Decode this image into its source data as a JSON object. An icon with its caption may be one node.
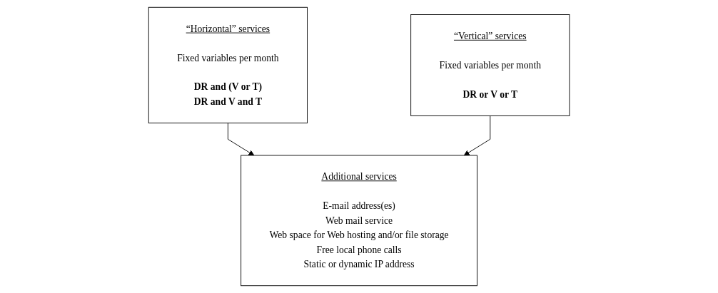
{
  "diagram": {
    "nodes": [
      {
        "text": [
          "“Horizontal” services",
          "Fixed variables per month",
          "DR and (V or T)",
          "DR and V and T"
        ]
      },
      {
        "text": [
          "“Vertical” services",
          "Fixed variables per month",
          "DR or V or T"
        ]
      },
      {
        "text": [
          "Additional services",
          "E-mail address(es)",
          "Web mail service",
          "Web space for Web hosting and/or file storage",
          "Free local phone calls",
          "Static or dynamic IP address"
        ]
      }
    ],
    "edges": [
      {
        "from": 0,
        "to": 2,
        "arrow": "to"
      },
      {
        "from": 1,
        "to": 2,
        "arrow": "to"
      }
    ]
  }
}
